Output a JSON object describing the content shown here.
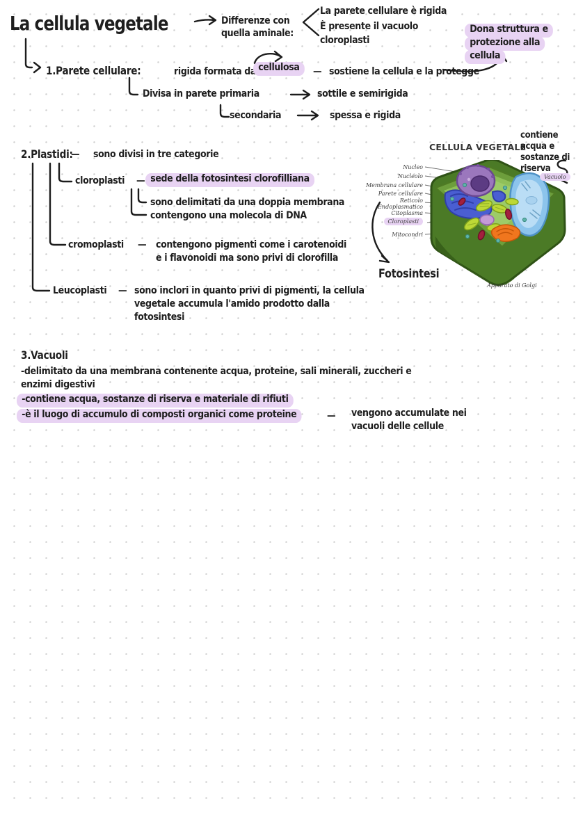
{
  "colors": {
    "ink": "#1e1e1e",
    "highlight": "#e8d3f3",
    "dot_grid": "#d2d2d2"
  },
  "glyphs": {
    "dash": "—"
  },
  "title": "La cellula vegetale",
  "differenze": {
    "line1": "Differenze con",
    "line2": "quella aminale:",
    "items": [
      "La parete cellulare è rigida",
      "È presente il vacuolo",
      "cloroplasti"
    ]
  },
  "dona_note": {
    "lines": [
      "Dona struttura e",
      "protezione alla",
      "cellula"
    ]
  },
  "parete": {
    "header": "1.Parete cellulare:",
    "desc": "rigida formata da",
    "cellulosa": "cellulosa",
    "sostiene": "sostiene la cellula e la protegge",
    "divisa": "Divisa in parete primaria",
    "sottile": "sottile e semirigida",
    "secondaria": "secondaria",
    "spessa": "spessa e rigida"
  },
  "plastidi": {
    "header": "2.Plastidi:",
    "intro": "sono divisi in tre categorie",
    "cloroplasti_name": "cloroplasti",
    "cloroplasti_highlight": "sede della fotosintesi clorofilliana",
    "cloroplasti_sub1": "sono delimitati da una doppia membrana",
    "cloroplasti_sub2": "contengono una molecola di DNA",
    "cromoplasti_name": "cromoplasti",
    "cromoplasti_line1": "contengono pigmenti come i carotenoidi",
    "cromoplasti_line2": "e i flavonoidi ma sono privi di clorofilla",
    "leucoplasti_name": "Leucoplasti",
    "leucoplasti_line1": "sono inclori in quanto privi di pigmenti, la cellula",
    "leucoplasti_line2": "vegetale accumula l'amido prodotto dalla",
    "leucoplasti_line3": "fotosintesi"
  },
  "vacuoli": {
    "header": "3.Vacuoli",
    "line1a": "-delimitato da una membrana contenente acqua, proteine, sali minerali, zuccheri e",
    "line1b": "enzimi digestivi",
    "line2": "-contiene acqua, sostanze di riserva e materiale di rifiuti",
    "line3": "-è il luogo di accumulo di composti organici come proteine",
    "note_line1": "vengono accumulate nei",
    "note_line2": "vacuoli delle cellule"
  },
  "cell_diagram": {
    "title": "CELLULA VEGETALE",
    "labels_left": [
      "Nucleo",
      "Nucleolo",
      "Membrana cellulare",
      "Parete cellulare",
      "Reticolo",
      "Endoplasmatico",
      "Citoplasma",
      "Cloroplasti",
      "Mitocondri"
    ],
    "label_vacuolo": "Vacuolo",
    "label_golgi": "Apparato di Golgi",
    "annotation_lines": [
      "contiene",
      "acqua e",
      "sostanze di",
      "riserva"
    ],
    "fotosintesi": "Fotosintesi"
  }
}
